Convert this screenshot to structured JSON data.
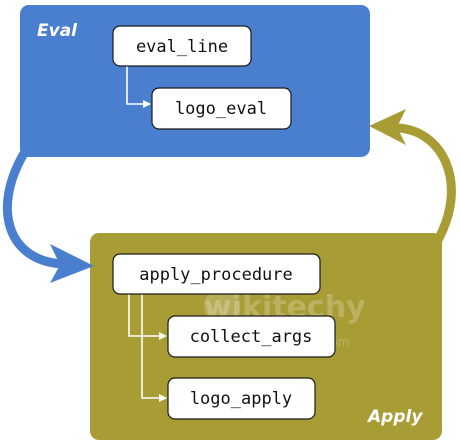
{
  "eval_box": {
    "label": "Eval",
    "color": "#4a7fcf"
  },
  "apply_box": {
    "label": "Apply",
    "color": "#a89c34"
  },
  "nodes": {
    "eval_line": "eval_line",
    "logo_eval": "logo_eval",
    "apply_procedure": "apply_procedure",
    "collect_args": "collect_args",
    "logo_apply": "logo_apply"
  },
  "watermark": {
    "text": "wikitechy",
    "suffix": ".com"
  },
  "arrows": {
    "eval_to_apply_color": "#4a7fcf",
    "apply_to_eval_color": "#a89c34"
  }
}
